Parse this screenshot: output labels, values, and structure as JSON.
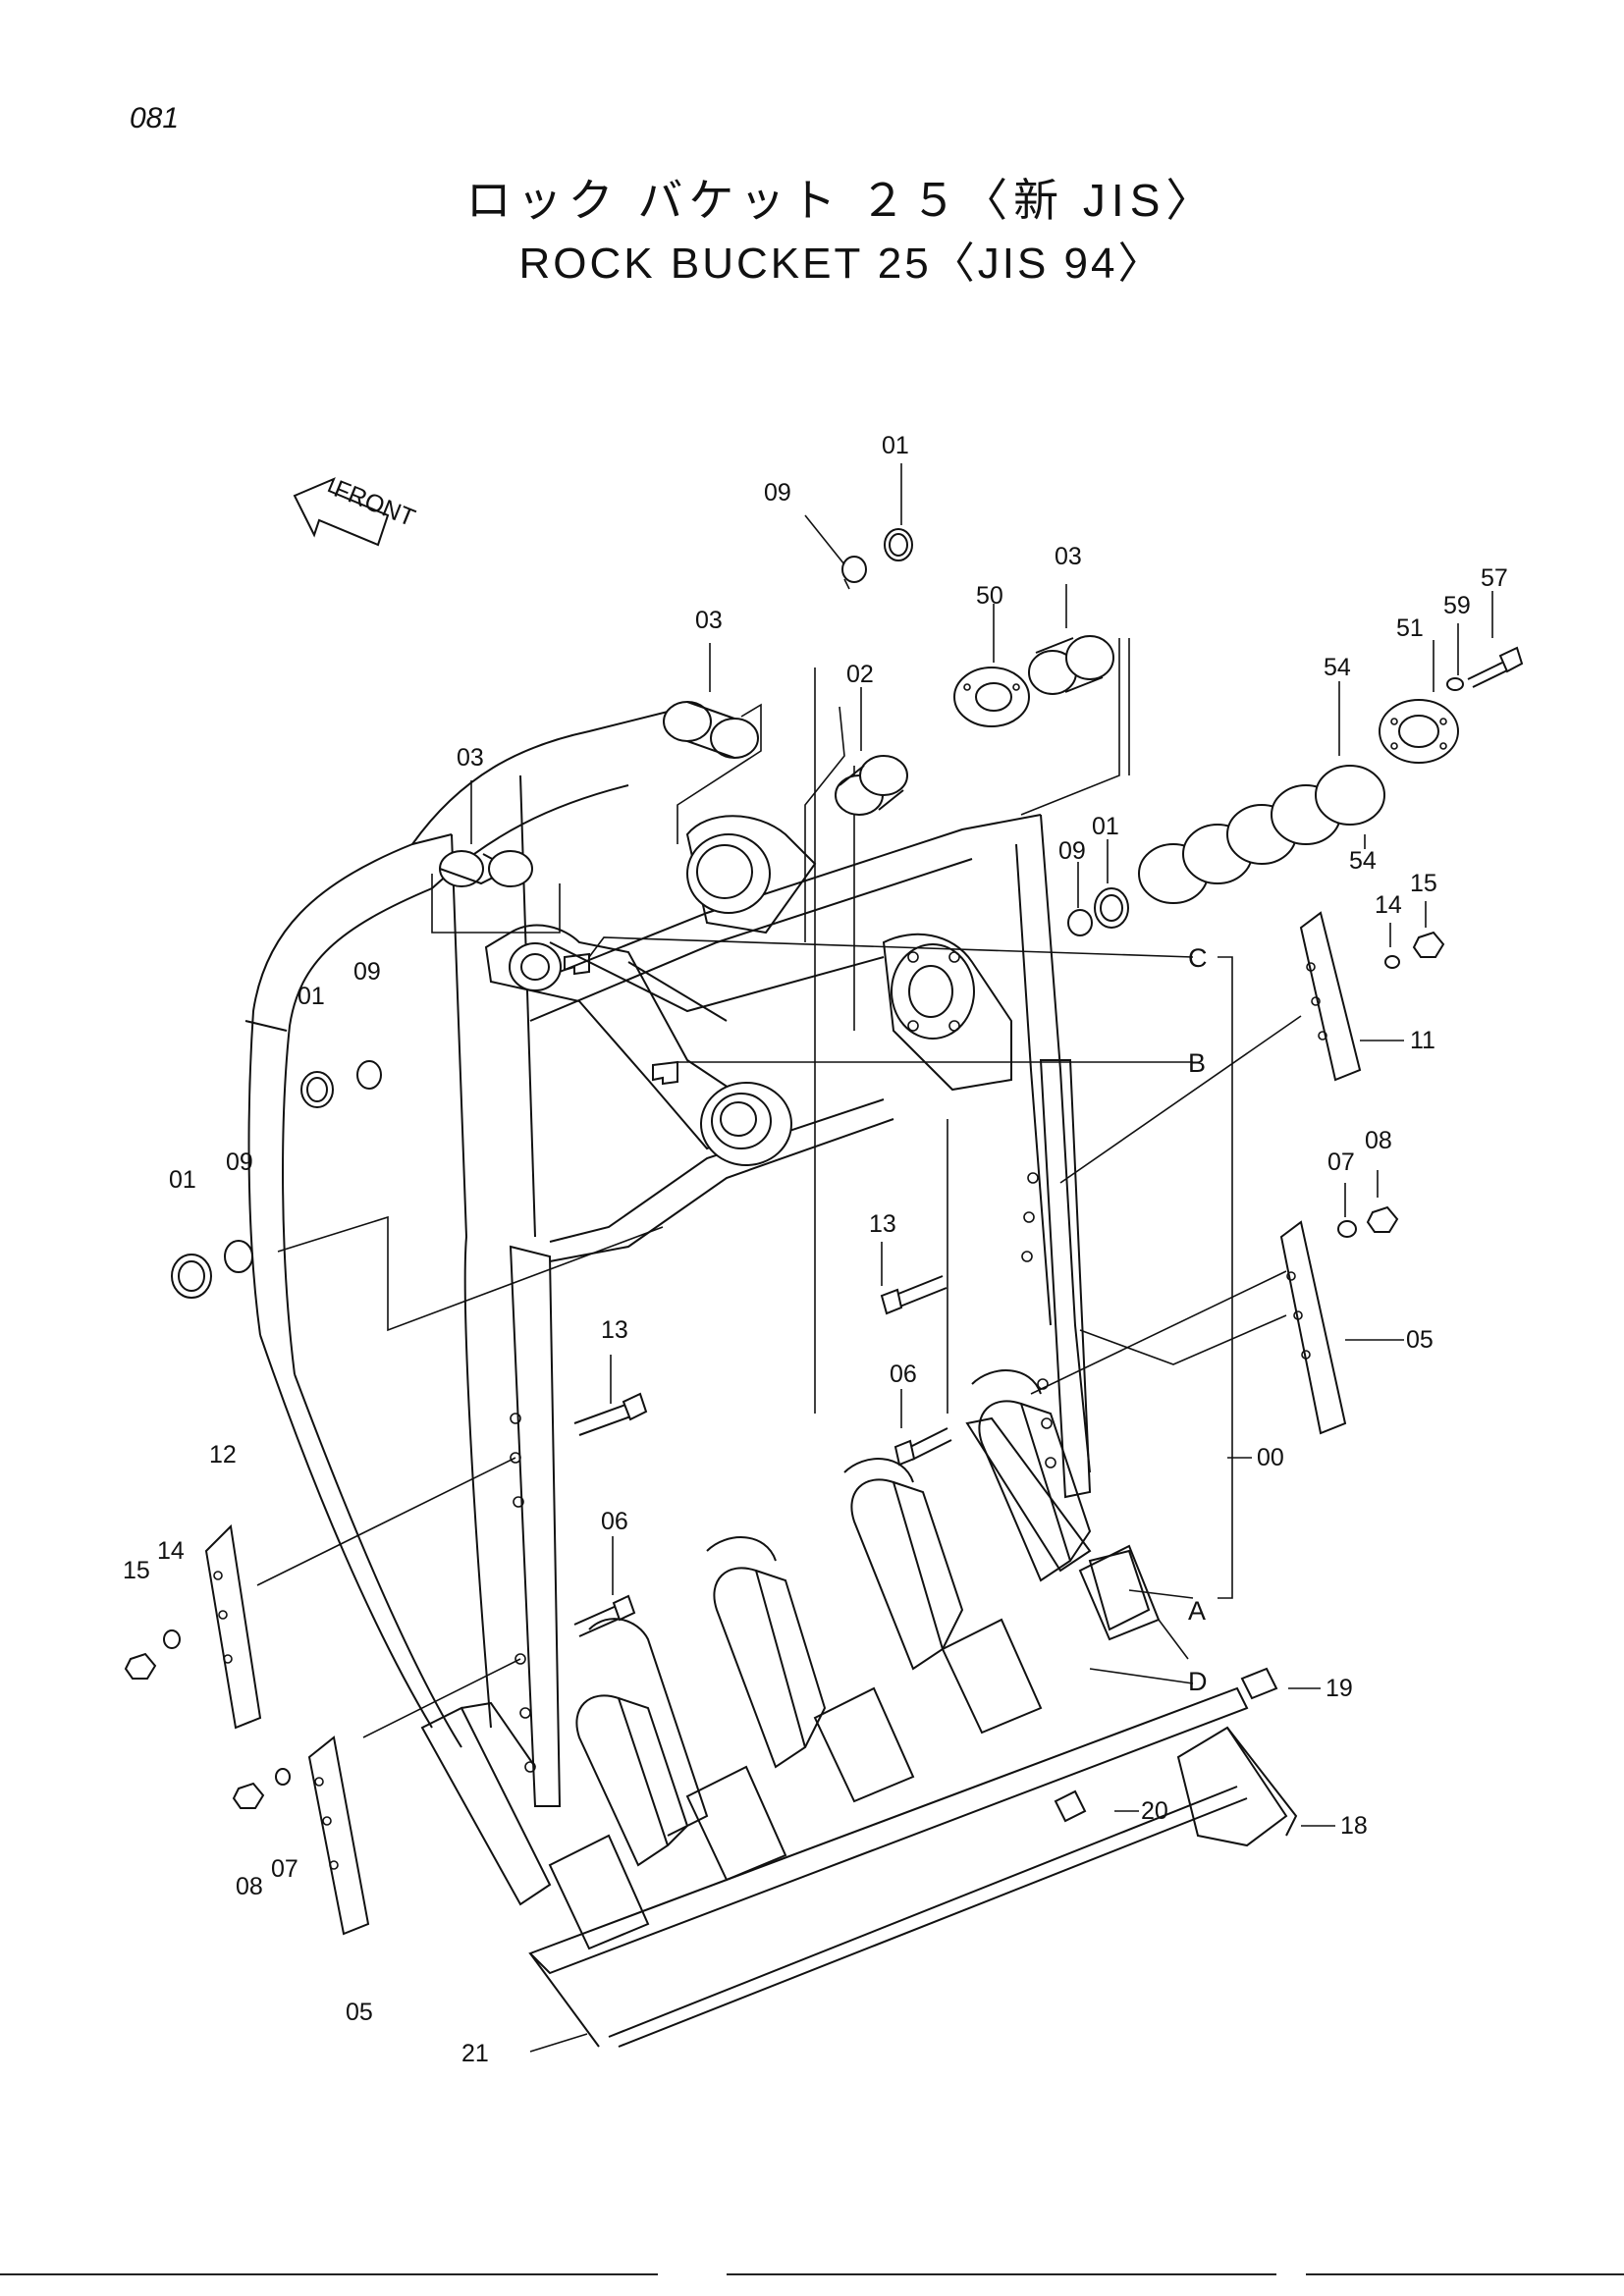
{
  "page": {
    "number": "081"
  },
  "title": {
    "japanese": "ロック バケット ２５〈新 JIS〉",
    "english": "ROCK BUCKET 25〈JIS 94〉"
  },
  "diagram": {
    "direction_label": "FRONT",
    "callouts": {
      "c01a": "01",
      "c09a": "09",
      "c03a": "03",
      "c02": "02",
      "c50": "50",
      "c03b": "03",
      "c03c": "03",
      "c01b": "01",
      "c09b": "09",
      "c01c": "01",
      "c09c": "09",
      "c51": "51",
      "c59": "59",
      "c57": "57",
      "c54a": "54",
      "c54b": "54",
      "c01d": "01",
      "c09d": "09",
      "c14a": "14",
      "c15a": "15",
      "c11": "11",
      "c07a": "07",
      "c08a": "08",
      "c05a": "05",
      "c13a": "13",
      "c13b": "13",
      "c06a": "06",
      "c06b": "06",
      "c00": "00",
      "c12": "12",
      "c14b": "14",
      "c15b": "15",
      "c19": "19",
      "c18": "18",
      "c20": "20",
      "c08b": "08",
      "c07b": "07",
      "c05b": "05",
      "c21": "21"
    },
    "reference_letters": {
      "A": "A",
      "B": "B",
      "C": "C",
      "D": "D"
    }
  }
}
